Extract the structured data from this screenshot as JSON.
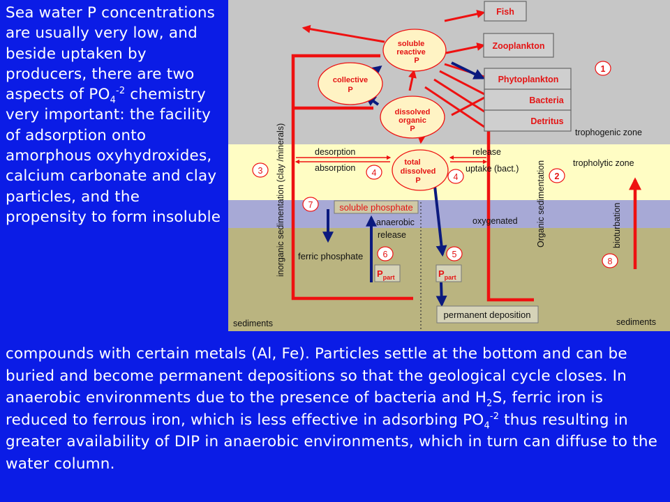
{
  "side_text": {
    "p1": "Sea water P concentrations are usually very low, and beside uptaken by producers, there are two aspects of PO",
    "p1_sub": "4",
    "p1_sup": "-2",
    "p2": " chemistry very important: the facility of adsorption onto amorphous oxyhydroxides, calcium carbonate and clay particles, and the propensity to form insoluble"
  },
  "bottom_text": {
    "p1": "compounds with certain metals (Al, Fe). Particles settle at the bottom and can be buried and become permanent depositions so that the geological cycle closes. In anaerobic environments due to the presence of bacteria and H",
    "p1_sub": "2",
    "p2": "S, ferric iron is reduced to ferrous iron, which is less effective in adsorbing PO",
    "p2_sub": "4",
    "p2_sup": "-2",
    "p3": " thus resulting in greater availability of DIP in anaerobic environments, which in turn can diffuse to the water column."
  },
  "diagram": {
    "boxes": {
      "fish": "Fish",
      "zooplankton": "Zooplankton",
      "phytoplankton": "Phytoplankton",
      "bacteria": "Bacteria",
      "detritus": "Detritus",
      "soluble_phosphate": "soluble phosphate",
      "permanent_deposition": "permanent deposition",
      "ppart": "P",
      "ppart_sub": "part"
    },
    "ellipses": {
      "soluble_reactive": [
        "soluble",
        "reactive",
        "P"
      ],
      "collective": [
        "collective",
        "P"
      ],
      "dissolved_organic": [
        "dissolved",
        "organic",
        "P"
      ],
      "total_dissolved": [
        "total",
        "dissolved",
        "P"
      ]
    },
    "labels": {
      "trophogenic_zone": "trophogenic zone",
      "tropholytic_zone": "tropholytic zone",
      "oxygenated": "oxygenated",
      "sediments_left": "sediments",
      "sediments_right": "sediments",
      "desorption": "desorption",
      "absorption": "absorption",
      "release": "release",
      "uptake": "uptake (bact.)",
      "anaerobic_release_1": "anaerobic",
      "anaerobic_release_2": "release",
      "ferric_phosphate": "ferric phosphate",
      "inorganic_sedimentation": "inorganic sedimentation (clay /minerals)",
      "organic_sedimentation": "Organic sedimentation",
      "bioturbation": "bioturbation"
    },
    "numbers": {
      "n1": "1",
      "n2": "2",
      "n3": "3",
      "n4a": "4",
      "n4b": "4",
      "n5": "5",
      "n6": "6",
      "n7": "7",
      "n8": "8"
    },
    "colors": {
      "top_zone": "#c6c6c6",
      "tropholytic_zone": "#fffdc4",
      "oxygenated_zone": "#a7a9d6",
      "sediment_zone": "#bab480",
      "arrow_red": "#ee1111",
      "arrow_blue": "#0b1a7e",
      "ellipse_fill": "#fff3c4"
    }
  }
}
